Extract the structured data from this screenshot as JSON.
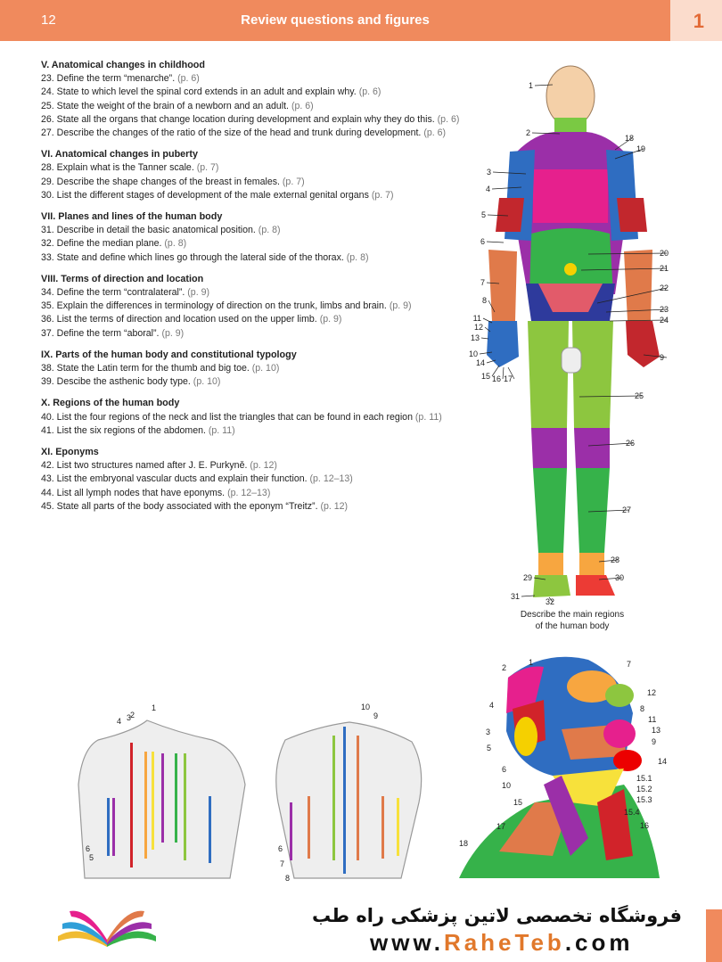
{
  "header": {
    "page_number": "12",
    "title": "Review questions and figures",
    "chapter": "1"
  },
  "sections": [
    {
      "heading": "V. Anatomical changes in childhood",
      "items": [
        {
          "num": "23.",
          "text": "Define the term “menarche”.",
          "ref": "(p. 6)"
        },
        {
          "num": "24.",
          "text": "State to which level the spinal cord extends in an adult and explain why.",
          "ref": "(p. 6)"
        },
        {
          "num": "25.",
          "text": "State the weight of the brain of a newborn and an adult.",
          "ref": "(p. 6)"
        },
        {
          "num": "26.",
          "text": "State all the organs that change location during development and explain why they do this.",
          "ref": "(p. 6)"
        },
        {
          "num": "27.",
          "text": "Describe the changes of the ratio of the size of the head and trunk during development.",
          "ref": "(p. 6)"
        }
      ]
    },
    {
      "heading": "VI. Anatomical changes in puberty",
      "items": [
        {
          "num": "28.",
          "text": "Explain what is the Tanner scale.",
          "ref": "(p. 7)"
        },
        {
          "num": "29.",
          "text": "Describe the shape changes of the breast in females.",
          "ref": "(p. 7)"
        },
        {
          "num": "30.",
          "text": " List the different stages of development of the male external genital organs",
          "ref": "(p. 7)"
        }
      ]
    },
    {
      "heading": "VII. Planes and lines of the human body",
      "items": [
        {
          "num": "31.",
          "text": "Describe in detail the basic anatomical position.",
          "ref": "(p. 8)"
        },
        {
          "num": "32.",
          "text": "Define the median plane.",
          "ref": "(p. 8)"
        },
        {
          "num": "33.",
          "text": "State and define which lines go through the lateral side of the thorax.",
          "ref": "(p. 8)"
        }
      ]
    },
    {
      "heading": "VIII. Terms of direction and location",
      "items": [
        {
          "num": "34.",
          "text": "Define the term “contralateral”.",
          "ref": "(p. 9)"
        },
        {
          "num": "35.",
          "text": "Explain the differences in terminology of direction on the trunk, limbs and brain.",
          "ref": "(p. 9)"
        },
        {
          "num": "36.",
          "text": "List the terms of direction and location used on the upper limb.",
          "ref": "(p. 9)"
        },
        {
          "num": "37.",
          "text": "Define the term “aboral”.",
          "ref": "(p. 9)"
        }
      ]
    },
    {
      "heading": "IX. Parts of the human body and constitutional typology",
      "items": [
        {
          "num": "38.",
          "text": "State the Latin term for the thumb and big toe.",
          "ref": "(p. 10)"
        },
        {
          "num": "39.",
          "text": "Descibe the asthenic body type.",
          "ref": "(p. 10)"
        }
      ]
    },
    {
      "heading": "X. Regions of the human body",
      "items": [
        {
          "num": "40.",
          "text": "List the four regions of the neck and list the triangles that can be found in each region",
          "ref": "(p. 11)"
        },
        {
          "num": "41.",
          "text": "List the six regions of the abdomen.",
          "ref": "(p. 11)"
        }
      ]
    },
    {
      "heading": "XI. Eponyms",
      "items": [
        {
          "num": "42.",
          "text": "List two structures named after J. E. Purkyně.",
          "ref": "(p. 12)"
        },
        {
          "num": "43.",
          "text": "List the embryonal vascular ducts and explain their function.",
          "ref": "(p. 12–13)"
        },
        {
          "num": "44.",
          "text": "List all lymph nodes that have eponyms.",
          "ref": "(p. 12–13)"
        },
        {
          "num": "45.",
          "text": "State all parts of the body associated with the eponym “Treitz”.",
          "ref": "(p. 12)"
        }
      ]
    }
  ],
  "body_figure": {
    "caption_line1": "Describe the main regions",
    "caption_line2": "of the human body",
    "labels": [
      "1",
      "2",
      "3",
      "4",
      "5",
      "6",
      "7",
      "8",
      "9",
      "10",
      "11",
      "12",
      "13",
      "14",
      "15",
      "16",
      "17",
      "18",
      "19",
      "20",
      "21",
      "22",
      "23",
      "24",
      "25",
      "26",
      "27",
      "28",
      "29",
      "30",
      "31",
      "32"
    ]
  },
  "thorax_figure": {
    "labels": [
      "1",
      "2",
      "3",
      "4",
      "5",
      "6"
    ]
  },
  "back_figure": {
    "labels": [
      "10",
      "9",
      "6",
      "7",
      "8"
    ]
  },
  "head_figure": {
    "labels": [
      "1",
      "2",
      "3",
      "4",
      "5",
      "6",
      "7",
      "8",
      "9",
      "10",
      "11",
      "12",
      "13",
      "14",
      "15",
      "15.1",
      "15.2",
      "15.3",
      "15.4",
      "16",
      "17",
      "18"
    ]
  },
  "footer": {
    "persian": "فروشگاه تخصصی لاتین پزشکی  راه طب",
    "url_a": "www.",
    "url_b": "RaheTeb",
    "url_c": ".com"
  },
  "colors": {
    "header": "#f08a5d",
    "accent_orange": "#e1782b"
  }
}
